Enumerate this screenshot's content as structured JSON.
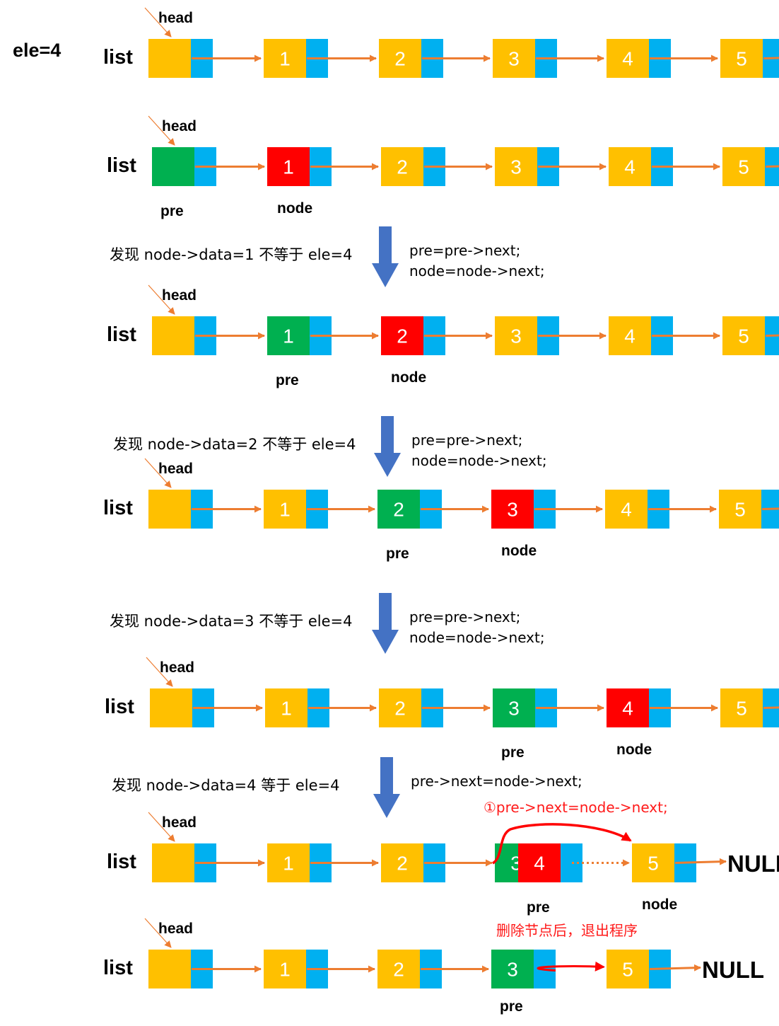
{
  "title": "ele=4",
  "list_label": "list",
  "head_label": "head",
  "null_label": "NULL",
  "pre_label": "pre",
  "node_label": "node",
  "colors": {
    "normal": "#ffc000",
    "pointer_cell": "#00b0f0",
    "pre": "#00b050",
    "node": "#ff0000",
    "link_arrow": "#ed7d31",
    "step_arrow": "#4472c4",
    "highlight": "#ff0000"
  },
  "rows": [
    {
      "nodes": [
        {
          "v": "",
          "c": "normal"
        },
        {
          "v": "1",
          "c": "normal"
        },
        {
          "v": "2",
          "c": "normal"
        },
        {
          "v": "3",
          "c": "normal"
        },
        {
          "v": "4",
          "c": "normal"
        },
        {
          "v": "5",
          "c": "normal"
        }
      ]
    },
    {
      "nodes": [
        {
          "v": "",
          "c": "pre"
        },
        {
          "v": "1",
          "c": "node"
        },
        {
          "v": "2",
          "c": "normal"
        },
        {
          "v": "3",
          "c": "normal"
        },
        {
          "v": "4",
          "c": "normal"
        },
        {
          "v": "5",
          "c": "normal"
        }
      ]
    },
    {
      "nodes": [
        {
          "v": "",
          "c": "normal"
        },
        {
          "v": "1",
          "c": "pre"
        },
        {
          "v": "2",
          "c": "node"
        },
        {
          "v": "3",
          "c": "normal"
        },
        {
          "v": "4",
          "c": "normal"
        },
        {
          "v": "5",
          "c": "normal"
        }
      ]
    },
    {
      "nodes": [
        {
          "v": "",
          "c": "normal"
        },
        {
          "v": "1",
          "c": "normal"
        },
        {
          "v": "2",
          "c": "pre"
        },
        {
          "v": "3",
          "c": "node"
        },
        {
          "v": "4",
          "c": "normal"
        },
        {
          "v": "5",
          "c": "normal"
        }
      ]
    },
    {
      "nodes": [
        {
          "v": "",
          "c": "normal"
        },
        {
          "v": "1",
          "c": "normal"
        },
        {
          "v": "2",
          "c": "normal"
        },
        {
          "v": "3",
          "c": "pre"
        },
        {
          "v": "4",
          "c": "node"
        },
        {
          "v": "5",
          "c": "normal"
        }
      ]
    },
    {
      "nodes": [
        {
          "v": "",
          "c": "normal"
        },
        {
          "v": "1",
          "c": "normal"
        },
        {
          "v": "2",
          "c": "normal"
        },
        {
          "v": "3",
          "c": "pre"
        },
        {
          "v": "4",
          "c": "node"
        },
        {
          "v": "5",
          "c": "normal"
        }
      ]
    },
    {
      "nodes": [
        {
          "v": "",
          "c": "normal"
        },
        {
          "v": "1",
          "c": "normal"
        },
        {
          "v": "2",
          "c": "normal"
        },
        {
          "v": "3",
          "c": "pre"
        },
        {
          "v": "5",
          "c": "normal"
        }
      ]
    }
  ],
  "steps": [
    {
      "caption": "发现 node->data=1 不等于 ele=4",
      "code": [
        "pre=pre->next;",
        "node=node->next;"
      ]
    },
    {
      "caption": "发现 node->data=2 不等于 ele=4",
      "code": [
        "pre=pre->next;",
        "node=node->next;"
      ]
    },
    {
      "caption": "发现 node->data=3 不等于 ele=4",
      "code": [
        "pre=pre->next;",
        "node=node->next;"
      ]
    },
    {
      "caption": "发现 node->data=4 等于 ele=4",
      "code": [
        "pre->next=node->next;"
      ]
    }
  ],
  "annotations": {
    "relink": "①pre->next=node->next;",
    "done": "删除节点后，退出程序"
  }
}
